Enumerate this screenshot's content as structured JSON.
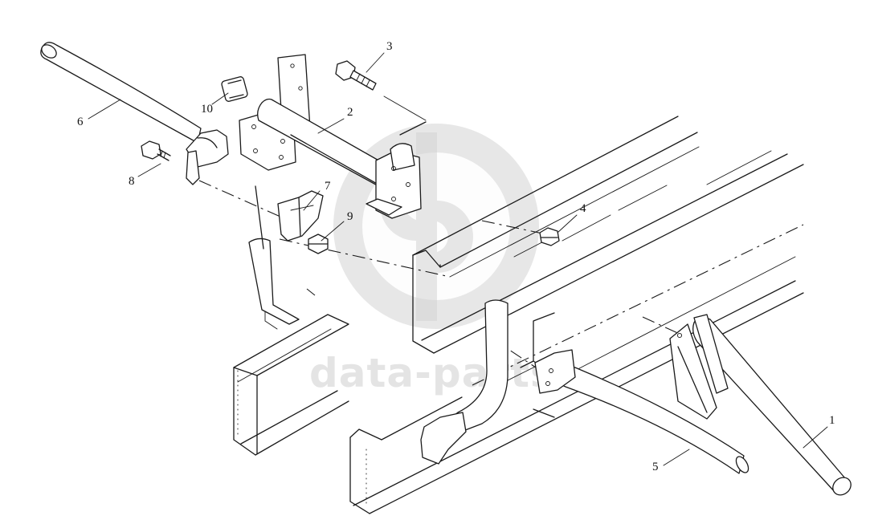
{
  "diagram": {
    "callouts": [
      {
        "id": "c1",
        "label": "1"
      },
      {
        "id": "c2",
        "label": "2"
      },
      {
        "id": "c3",
        "label": "3"
      },
      {
        "id": "c4",
        "label": "4"
      },
      {
        "id": "c5",
        "label": "5"
      },
      {
        "id": "c6",
        "label": "6"
      },
      {
        "id": "c7",
        "label": "7"
      },
      {
        "id": "c8",
        "label": "8"
      },
      {
        "id": "c9",
        "label": "9"
      },
      {
        "id": "c10",
        "label": "10"
      }
    ],
    "watermark": {
      "text": "data-parts"
    }
  }
}
